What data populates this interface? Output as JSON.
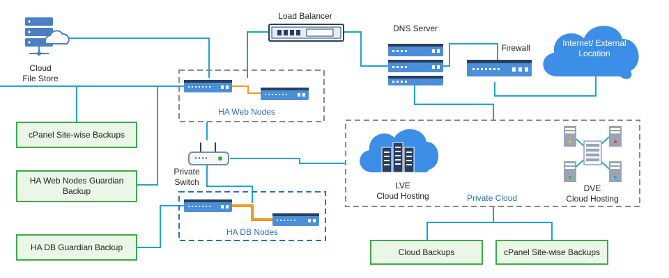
{
  "nodes": {
    "load_balancer": "Load Balancer",
    "dns_server": "DNS Server",
    "firewall": "Firewall",
    "internet_line1": "Internet/ External",
    "internet_line2": "Location",
    "cloud_file_store_line1": "Cloud",
    "cloud_file_store_line2": "File Store",
    "ha_web_nodes": "HA Web Nodes",
    "private_switch_line1": "Private",
    "private_switch_line2": "Switch",
    "ha_db_nodes": "HA DB Nodes",
    "lve_line1": "LVE",
    "lve_line2": "Cloud Hosting",
    "dve_line1": "DVE",
    "dve_line2": "Cloud Hosting",
    "private_cloud": "Private Cloud"
  },
  "backup_boxes": {
    "cpanel_left": "cPanel Site-wise Backups",
    "ha_web_guardian_line1": "HA Web Nodes Guardian",
    "ha_web_guardian_line2": "Backup",
    "ha_db_guardian": "HA DB Guardian Backup",
    "cloud_backups": "Cloud Backups",
    "cpanel_right": "cPanel Site-wise Backups"
  },
  "colors": {
    "link_blue": "#1ea3d6",
    "link_orange": "#f39a1e",
    "box_green_border": "#3fa84a",
    "box_green_fill": "#eaf6e6",
    "device_blue": "#4a8fd8",
    "device_dark": "#2a3f5f",
    "cloud_blue": "#3d8ee6",
    "label_blue": "#2a6fb5"
  }
}
